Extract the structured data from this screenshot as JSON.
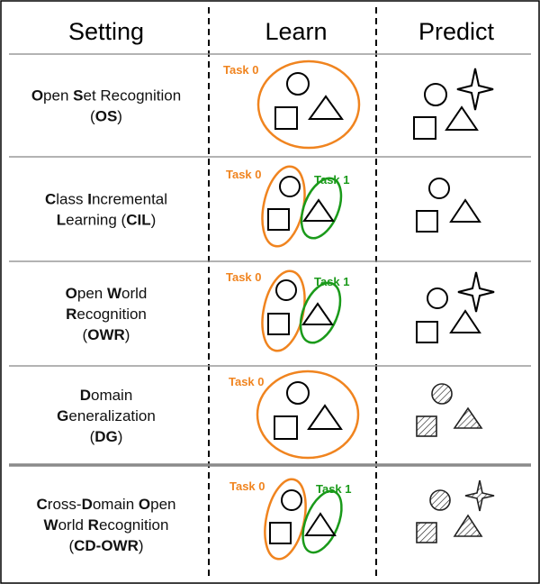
{
  "header": {
    "setting": "Setting",
    "learn": "Learn",
    "predict": "Predict"
  },
  "rows": [
    {
      "id": "os",
      "lines": [
        [
          {
            "t": "O",
            "b": true
          },
          {
            "t": "pen "
          },
          {
            "t": "S",
            "b": true
          },
          {
            "t": "et Recognition"
          }
        ],
        [
          {
            "t": "("
          },
          {
            "t": "OS",
            "b": true
          },
          {
            "t": ")"
          }
        ]
      ],
      "task0": "Task 0",
      "task1": "",
      "colors": {
        "task0": "#f0841f"
      }
    },
    {
      "id": "cil",
      "lines": [
        [
          {
            "t": "C",
            "b": true
          },
          {
            "t": "lass "
          },
          {
            "t": "I",
            "b": true
          },
          {
            "t": "ncremental"
          }
        ],
        [
          {
            "t": "L",
            "b": true
          },
          {
            "t": "earning ("
          },
          {
            "t": "CIL",
            "b": true
          },
          {
            "t": ")"
          }
        ]
      ],
      "task0": "Task 0",
      "task1": "Task 1",
      "colors": {
        "task0": "#f0841f",
        "task1": "#1a9a1a"
      }
    },
    {
      "id": "owr",
      "lines": [
        [
          {
            "t": "O",
            "b": true
          },
          {
            "t": "pen "
          },
          {
            "t": "W",
            "b": true
          },
          {
            "t": "orld"
          }
        ],
        [
          {
            "t": "R",
            "b": true
          },
          {
            "t": "ecognition"
          }
        ],
        [
          {
            "t": "("
          },
          {
            "t": "OWR",
            "b": true
          },
          {
            "t": ")"
          }
        ]
      ],
      "task0": "Task 0",
      "task1": "Task 1",
      "colors": {
        "task0": "#f0841f",
        "task1": "#1a9a1a"
      }
    },
    {
      "id": "dg",
      "lines": [
        [
          {
            "t": "D",
            "b": true
          },
          {
            "t": "omain"
          }
        ],
        [
          {
            "t": "G",
            "b": true
          },
          {
            "t": "eneralization"
          }
        ],
        [
          {
            "t": "("
          },
          {
            "t": "DG",
            "b": true
          },
          {
            "t": ")"
          }
        ]
      ],
      "task0": "Task 0",
      "task1": "",
      "colors": {
        "task0": "#f0841f"
      }
    },
    {
      "id": "cdowr",
      "lines": [
        [
          {
            "t": "C",
            "b": true
          },
          {
            "t": "ross-"
          },
          {
            "t": "D",
            "b": true
          },
          {
            "t": "omain "
          },
          {
            "t": "O",
            "b": true
          },
          {
            "t": "pen"
          }
        ],
        [
          {
            "t": "W",
            "b": true
          },
          {
            "t": "orld "
          },
          {
            "t": "R",
            "b": true
          },
          {
            "t": "ecognition"
          }
        ],
        [
          {
            "t": "("
          },
          {
            "t": "CD-OWR",
            "b": true
          },
          {
            "t": ")"
          }
        ]
      ],
      "task0": "Task 0",
      "task1": "Task 1",
      "colors": {
        "task0": "#f0841f",
        "task1": "#1a9a1a"
      }
    }
  ]
}
